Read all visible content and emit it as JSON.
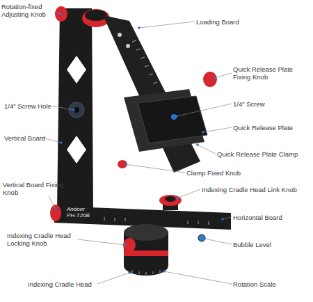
{
  "diagram": {
    "labels": [
      "Rotation-fixed Adjusting Knob",
      "Loading Board",
      "Quick Release Plate Fixing Knob",
      "1/4\" Screw Hole",
      "1/4\" Screw",
      "Vertical Board",
      "Quick Release Plate",
      "Quick Release Plate Clamp",
      "Clamp Fixed Knob",
      "Vertical Board Fixing Knob",
      "Indexing Cradle Head Link Knob",
      "Andoer",
      "PH-T20B",
      "Horizontal Board",
      "Indexing Cradle Head Locking Knob",
      "Bubble Level",
      "Indexing Cradle Head",
      "Rotation Scale"
    ]
  }
}
